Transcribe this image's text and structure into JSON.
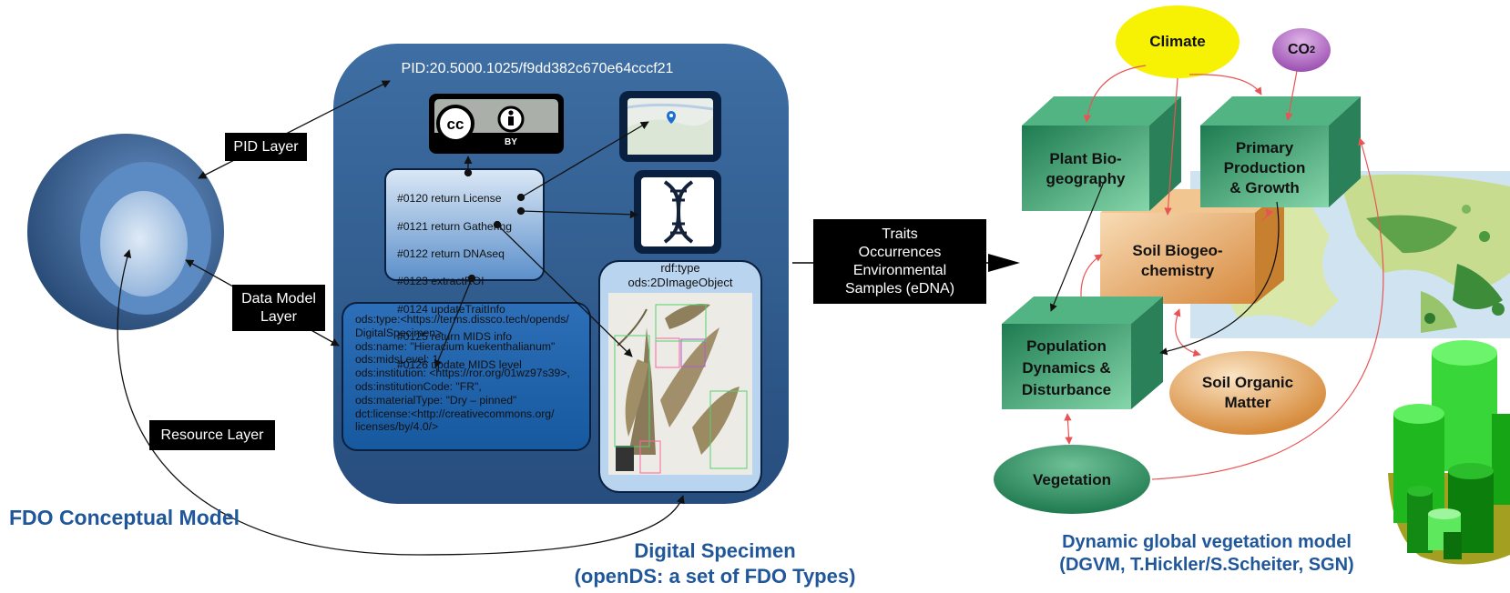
{
  "fdo": {
    "title": "FDO Conceptual Model",
    "layers": {
      "pid": "PID Layer",
      "data_model": "Data Model\nLayer",
      "resource": "Resource Layer"
    }
  },
  "digital_specimen": {
    "pid": "PID:20.5000.1025/f9dd382c670e64cccf21",
    "license_badge": {
      "cc": "cc",
      "by": "BY"
    },
    "operations": [
      "#0120 return License",
      "#0121 return Gathering",
      "#0122 return DNAseq",
      "#0123 extractROI",
      "#0124 updateTraitInfo",
      "#0125 return MIDS info",
      "#0126 update MIDS level"
    ],
    "attributes": "ods:type:<https://terms.dissco.tech/opends/\nDigitalSpecimen>\nods:name: \"Hieracium kuekenthalianum\"\nods:midsLevel: 1\nods:institution: <https://ror.org/01wz97s39>,\nods:institutionCode: \"FR\",\nods:materialType: \"Dry – pinned\"\ndct:license:<http://creativecommons.org/\nlicenses/by/4.0/>",
    "image_type": "rdf:type\nods:2DImageObject",
    "title": "Digital Specimen\n(openDS: a set of FDO Types)"
  },
  "traits_box": "Traits\nOccurrences\nEnvironmental\nSamples (eDNA)",
  "dgvm": {
    "climate": "Climate",
    "co2": "CO",
    "co2_sub": "2",
    "plant_biogeography": "Plant Bio-\ngeography",
    "primary_production": "Primary\nProduction\n& Growth",
    "soil_biogeochemistry": "Soil Biogeo-\nchemistry",
    "population_dynamics": "Population\nDynamics &\nDisturbance",
    "soil_organic_matter": "Soil Organic\nMatter",
    "vegetation": "Vegetation",
    "title": "Dynamic global vegetation model\n(DGVM, T.Hickler/S.Scheiter, SGN)"
  },
  "colors": {
    "panel_blue": "#2f5d91",
    "title_blue": "#20579b",
    "green_box": "#2e8b63",
    "soil_orange": "#e6a860",
    "climate_yellow": "#f7f204",
    "co2_purple": "#b774c7",
    "arrow_red": "#e85454"
  },
  "icons": [
    "globe-icon",
    "cc-by-badge",
    "map-pin-icon",
    "dna-icon",
    "herbarium-specimen-image",
    "world-map-image",
    "tree-cylinders-icon"
  ]
}
